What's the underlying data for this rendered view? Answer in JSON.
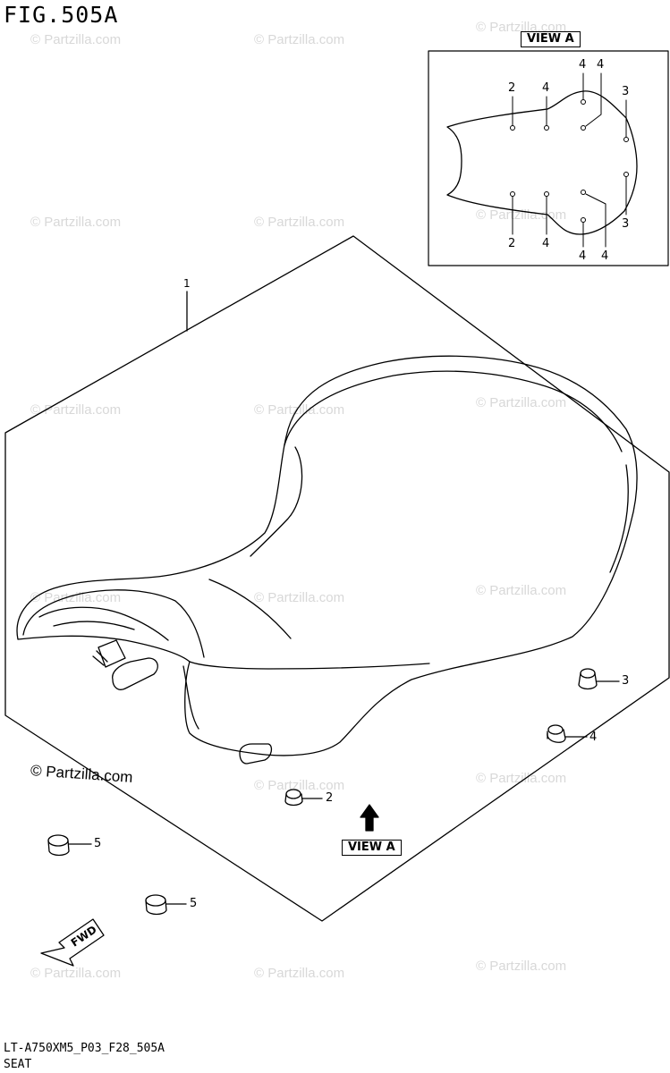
{
  "figure": {
    "title": "FIG.505A"
  },
  "footer": {
    "code": "LT-A750XM5_P03_F28_505A",
    "name": "SEAT"
  },
  "watermark": {
    "text": "© Partzilla.com"
  },
  "view_a": {
    "label": "VIEW A"
  },
  "fwd": {
    "label": "FWD"
  },
  "parts": {
    "p1": "1",
    "p2": "2",
    "p3": "3",
    "p4": "4",
    "p5": "5"
  },
  "inset_callouts": {
    "top": [
      "2",
      "4",
      "4",
      "4",
      "3"
    ],
    "bottom": [
      "2",
      "4",
      "4",
      "4",
      "3"
    ]
  }
}
